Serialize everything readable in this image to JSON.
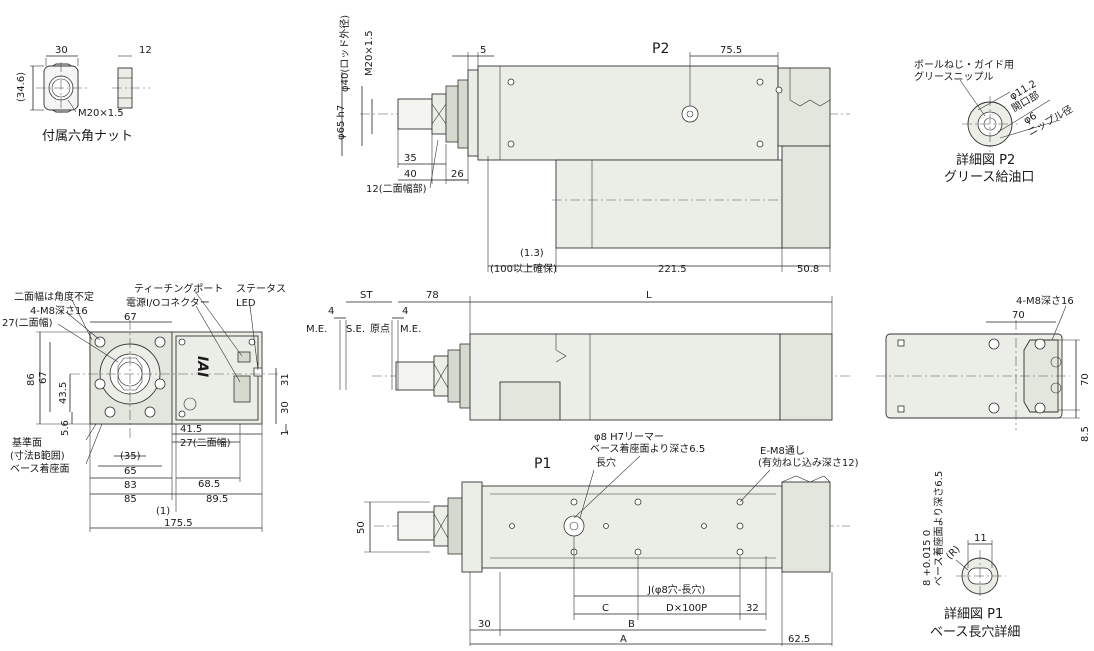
{
  "labels": {
    "nut_w": "30",
    "nut_t": "12",
    "nut_h": "(34.6)",
    "nut_thread": "M20×1.5",
    "nut_caption": "付属六角ナット",
    "rod_dia": "φ40(ロッド外径)",
    "rod_thread": "M20×1.5",
    "flange_dia": "φ65 h7",
    "d5": "5",
    "d35": "35",
    "d40": "40",
    "d26": "26",
    "d12": "12(二面幅部)",
    "p2": "P2",
    "d755": "75.5",
    "d13": "(1.3)",
    "d100": "(100以上確保)",
    "d2215": "221.5",
    "d508": "50.8",
    "detail_p2_note": "ボールねじ・ガイド用",
    "detail_p2_note2": "グリースニップル",
    "d112": "φ11.2",
    "d112b": "開口部",
    "d6": "φ6",
    "d6b": "ニップル径",
    "detail_p2_caption": "詳細図 P2",
    "detail_p2_sub": "グリース給油口",
    "teach": "ティーチングポート",
    "power": "電源I/Oコネクター",
    "status": "ステータス",
    "led": "LED",
    "width_note": "二面幅は角度不定",
    "m8_16_left": "4-M8深さ16",
    "w27": "27(二面幅)",
    "d67": "67",
    "d86": "86",
    "d67v": "67",
    "d435": "43.5",
    "d56": "5.6",
    "d31": "31",
    "d30": "30",
    "d1": "1",
    "d415": "41.5",
    "w27b": "27(二面幅)",
    "ref": "基準面",
    "ref_b": "(寸法B範囲)",
    "base": "ベース着座面",
    "d35p": "(35)",
    "d65": "65",
    "d83": "83",
    "d85": "85",
    "d685": "68.5",
    "d895": "89.5",
    "d1p": "(1)",
    "d1755": "175.5",
    "logo": "IAI",
    "me": "M.E.",
    "se": "S.E.",
    "origin": "原点",
    "me2": "M.E.",
    "st": "ST",
    "d78": "78",
    "d4a": "4",
    "d4b": "4",
    "L": "L",
    "m8_16_right": "4-M8深さ16",
    "d70": "70",
    "d70v": "70",
    "d85r": "8.5",
    "reamer": "φ8 H7リーマー",
    "reamer_b": "ベース着座面より深さ6.5",
    "p1": "P1",
    "slot": "長穴",
    "m8_thru": "E-M8通し",
    "m8_thru_b": "(有効ねじ込み深さ12)",
    "d50": "50",
    "J": "J(φ8穴-長穴)",
    "C": "C",
    "Dx": "D×100P",
    "d32": "32",
    "B": "B",
    "d30b": "30",
    "A": "A",
    "d625": "62.5",
    "p1_tol": "8 +0.015 0",
    "p1_depth": "ベース着座面より深さ6.5",
    "p1_r": "(R)",
    "p1_11": "11",
    "detail_p1_caption": "詳細図 P1",
    "detail_p1_sub": "ベース長穴詳細"
  }
}
